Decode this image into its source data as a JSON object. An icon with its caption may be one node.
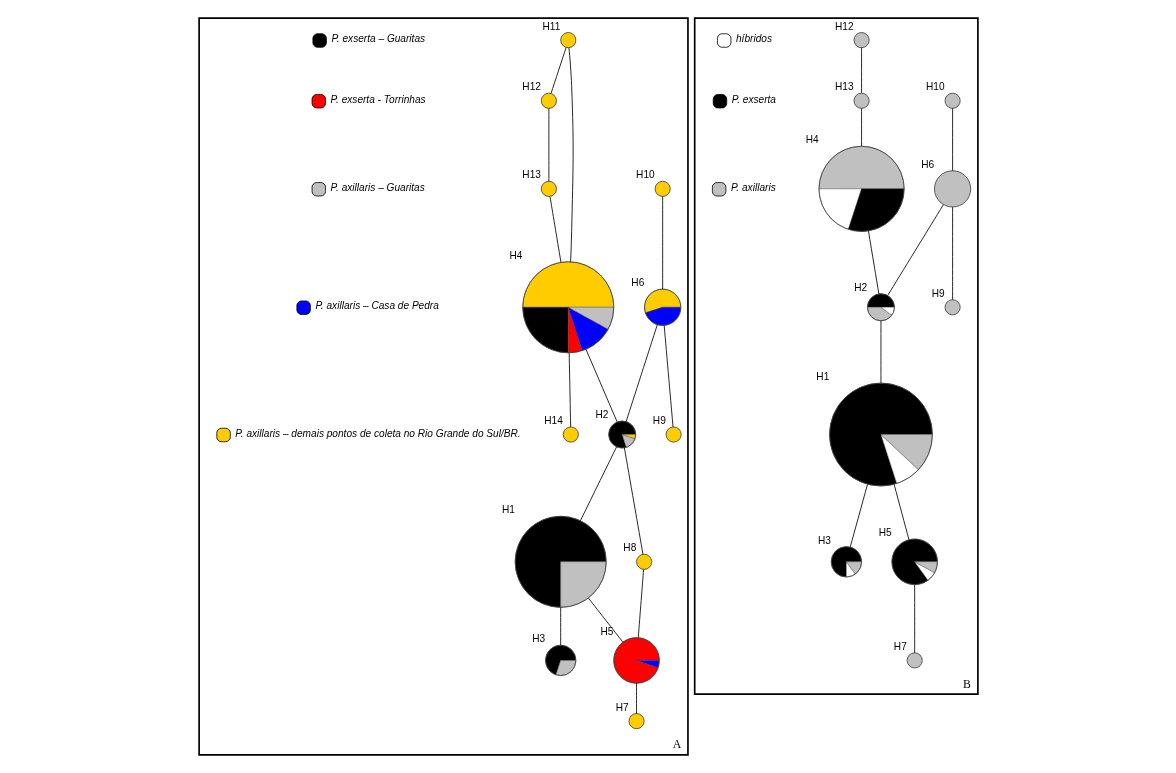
{
  "diagram": {
    "nodes": [
      {
        "text": [
          "A"
        ]
      },
      {
        "text": [
          "H1"
        ],
        "in": 0
      },
      {
        "text": [
          "H2"
        ],
        "in": 0
      },
      {
        "text": [
          "H3"
        ],
        "in": 0
      },
      {
        "text": [
          "H4"
        ],
        "in": 0
      },
      {
        "text": [
          "H5"
        ],
        "in": 0
      },
      {
        "text": [
          "H6"
        ],
        "in": 0
      },
      {
        "text": [
          "H7"
        ],
        "in": 0
      },
      {
        "text": [
          "H8"
        ],
        "in": 0
      },
      {
        "text": [
          "H9"
        ],
        "in": 0
      },
      {
        "text": [
          "H10"
        ],
        "in": 0
      },
      {
        "text": [
          "H11"
        ],
        "in": 0
      },
      {
        "text": [
          "H12"
        ],
        "in": 0
      },
      {
        "text": [
          "H13"
        ],
        "in": 0
      },
      {
        "text": [
          "H14"
        ],
        "in": 0
      },
      {
        "text": [
          "B"
        ]
      },
      {
        "text": [
          "H1"
        ],
        "in": 15
      },
      {
        "text": [
          "H2"
        ],
        "in": 15
      },
      {
        "text": [
          "H3"
        ],
        "in": 15
      },
      {
        "text": [
          "H4"
        ],
        "in": 15
      },
      {
        "text": [
          "H5"
        ],
        "in": 15
      },
      {
        "text": [
          "H6"
        ],
        "in": 15
      },
      {
        "text": [
          "H7"
        ],
        "in": 15
      },
      {
        "text": [
          "H9"
        ],
        "in": 15
      },
      {
        "text": [
          "H10"
        ],
        "in": 15
      },
      {
        "text": [
          "H12"
        ],
        "in": 15
      },
      {
        "text": [
          "H13"
        ],
        "in": 15
      }
    ],
    "edges": [
      {
        "from": 10,
        "to": 6,
        "arrow": "none"
      },
      {
        "from": 6,
        "to": 9,
        "arrow": "none"
      },
      {
        "from": 6,
        "to": 2,
        "arrow": "none"
      },
      {
        "from": 12,
        "to": 13,
        "arrow": "none"
      },
      {
        "from": 11,
        "to": 12,
        "arrow": "none"
      },
      {
        "from": 13,
        "to": 4,
        "arrow": "none"
      },
      {
        "from": 11,
        "to": 4,
        "arrow": "none"
      },
      {
        "from": 4,
        "to": 2,
        "arrow": "none"
      },
      {
        "from": 4,
        "to": 14,
        "arrow": "none"
      },
      {
        "from": 2,
        "to": 1,
        "arrow": "none"
      },
      {
        "from": 1,
        "to": 3,
        "arrow": "none"
      },
      {
        "from": 2,
        "to": 8,
        "arrow": "none"
      },
      {
        "from": 1,
        "to": 5,
        "arrow": "none"
      },
      {
        "from": 8,
        "to": 5,
        "arrow": "none"
      },
      {
        "from": 5,
        "to": 7,
        "arrow": "none"
      },
      {
        "from": 24,
        "to": 21,
        "arrow": "none"
      },
      {
        "from": 21,
        "to": 23,
        "arrow": "none"
      },
      {
        "from": 21,
        "to": 17,
        "arrow": "none"
      },
      {
        "from": 25,
        "to": 26,
        "arrow": "none"
      },
      {
        "from": 26,
        "to": 19,
        "arrow": "none"
      },
      {
        "from": 19,
        "to": 17,
        "arrow": "none"
      },
      {
        "from": 17,
        "to": 16,
        "arrow": "none"
      },
      {
        "from": 16,
        "to": 18,
        "arrow": "none"
      },
      {
        "from": 16,
        "to": 20,
        "arrow": "none"
      },
      {
        "from": 20,
        "to": 22,
        "arrow": "none"
      }
    ],
    "legend": [
      {
        "text": "P. exserta – Guaritas",
        "color": "#000000"
      },
      {
        "text": "P. exserta - Torrinhas",
        "color": "#ff0000"
      },
      {
        "text": "P. axillaris – Guaritas",
        "color": "#c0c0c0"
      },
      {
        "text": "P. axillaris – Casa de Pedra",
        "color": "#0000ff"
      },
      {
        "text": "P. axillaris – demais pontos de coleta no Rio Grande do Sul/BR.",
        "color": "#ffcc00"
      },
      {
        "text": "híbridos",
        "color": "#ffffff"
      },
      {
        "text": "P. exserta",
        "color": "#000000"
      },
      {
        "text": "P. axillaris",
        "color": "#c0c0c0"
      }
    ]
  }
}
